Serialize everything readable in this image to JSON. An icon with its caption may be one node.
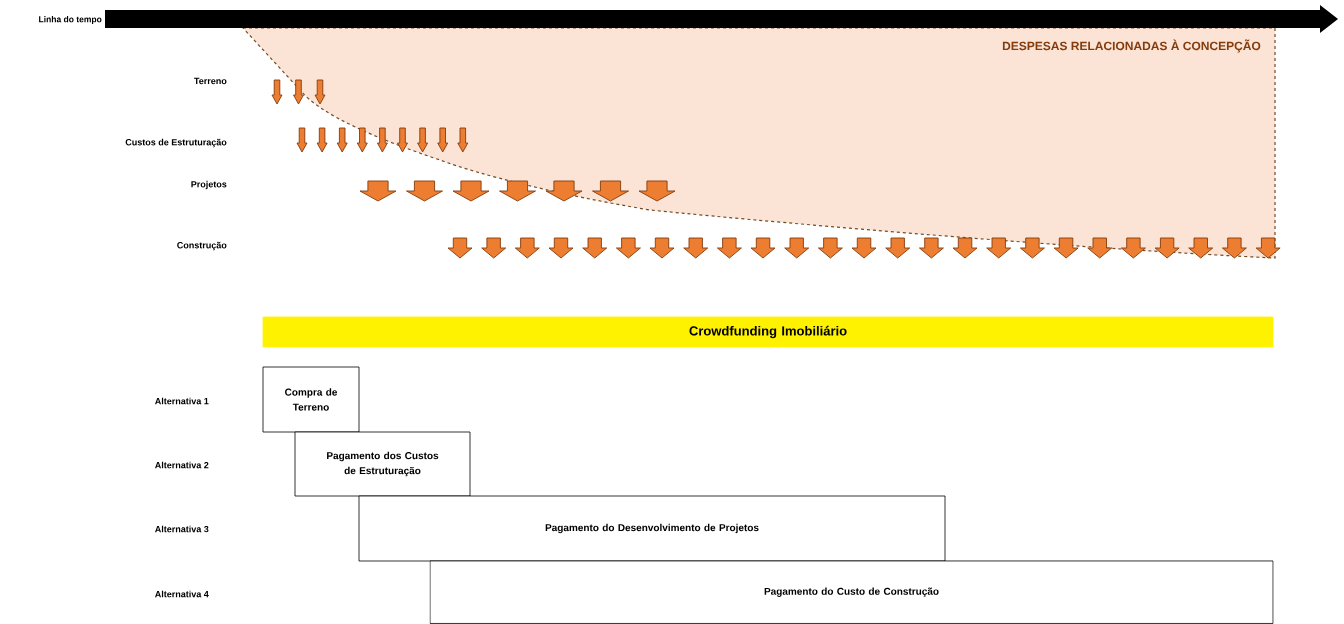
{
  "diagram": {
    "nodes": [
      {
        "text": [
          "Crowdfunding Imobiliário"
        ]
      },
      {
        "text": [
          "Compra de Terreno"
        ]
      },
      {
        "text": [
          "Pagamento dos Custos de Estruturação"
        ]
      },
      {
        "text": [
          "Pagamento do Desenvolvimento de Projetos"
        ]
      },
      {
        "text": [
          "Pagamento do Custo de Construção"
        ]
      }
    ],
    "labels": [
      "Linha do tempo",
      "DESPESAS RELACIONADAS À CONCEPÇÃO",
      "Terreno",
      "Custos de Estruturação",
      "Projetos",
      "Construção",
      "Alternativa 1",
      "Alternativa 2",
      "Alternativa 3",
      "Alternativa 4"
    ]
  }
}
